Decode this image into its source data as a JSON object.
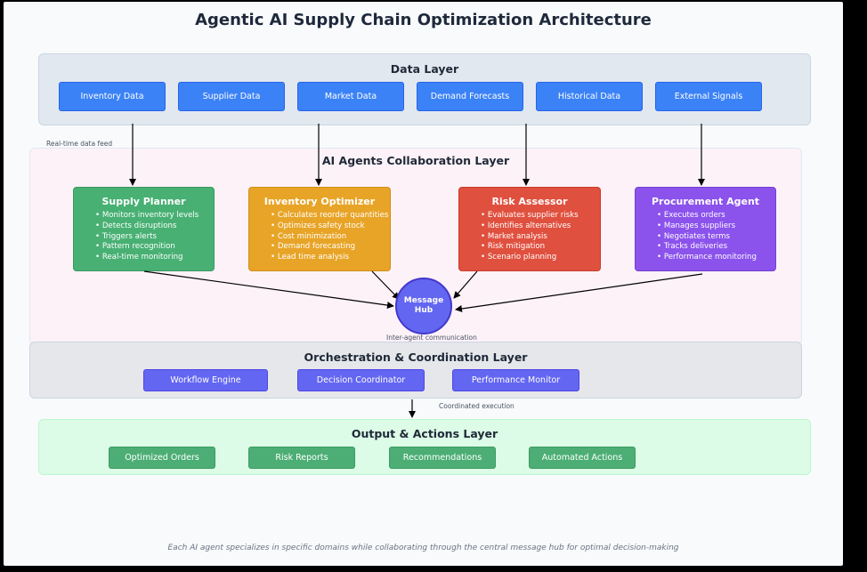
{
  "title": "Agentic AI Supply Chain Optimization Architecture",
  "data_layer": {
    "title": "Data Layer",
    "items": [
      "Inventory Data",
      "Supplier Data",
      "Market Data",
      "Demand Forecasts",
      "Historical Data",
      "External Signals"
    ],
    "feed_label": "Real-time data feed"
  },
  "agents_layer": {
    "title": "AI Agents Collaboration Layer",
    "agents": [
      {
        "name": "Supply Planner",
        "color": "#48b073",
        "tasks": [
          "Monitors inventory levels",
          "Detects disruptions",
          "Triggers alerts",
          "Pattern recognition",
          "Real-time monitoring"
        ]
      },
      {
        "name": "Inventory Optimizer",
        "color": "#e8a427",
        "tasks": [
          "Calculates reorder quantities",
          "Optimizes safety stock",
          "Cost minimization",
          "Demand forecasting",
          "Lead time analysis"
        ]
      },
      {
        "name": "Risk Assessor",
        "color": "#e0503f",
        "tasks": [
          "Evaluates supplier risks",
          "Identifies alternatives",
          "Market analysis",
          "Risk mitigation",
          "Scenario planning"
        ]
      },
      {
        "name": "Procurement Agent",
        "color": "#8b52ec",
        "tasks": [
          "Executes orders",
          "Manages suppliers",
          "Negotiates terms",
          "Tracks deliveries",
          "Performance monitoring"
        ]
      }
    ],
    "hub": {
      "line1": "Message",
      "line2": "Hub"
    },
    "comm_label": "Inter-agent communication"
  },
  "orchestration_layer": {
    "title": "Orchestration & Coordination Layer",
    "items": [
      "Workflow Engine",
      "Decision Coordinator",
      "Performance Monitor"
    ],
    "exec_label": "Coordinated execution"
  },
  "output_layer": {
    "title": "Output & Actions Layer",
    "items": [
      "Optimized Orders",
      "Risk Reports",
      "Recommendations",
      "Automated Actions"
    ]
  },
  "footer": "Each AI agent specializes in specific domains while collaborating through the central message hub for optimal decision-making",
  "colors": {
    "data_chip": "#3b82f6",
    "orch_chip": "#6366f1",
    "out_chip": "#4cae74",
    "hub": "#6366f1"
  }
}
